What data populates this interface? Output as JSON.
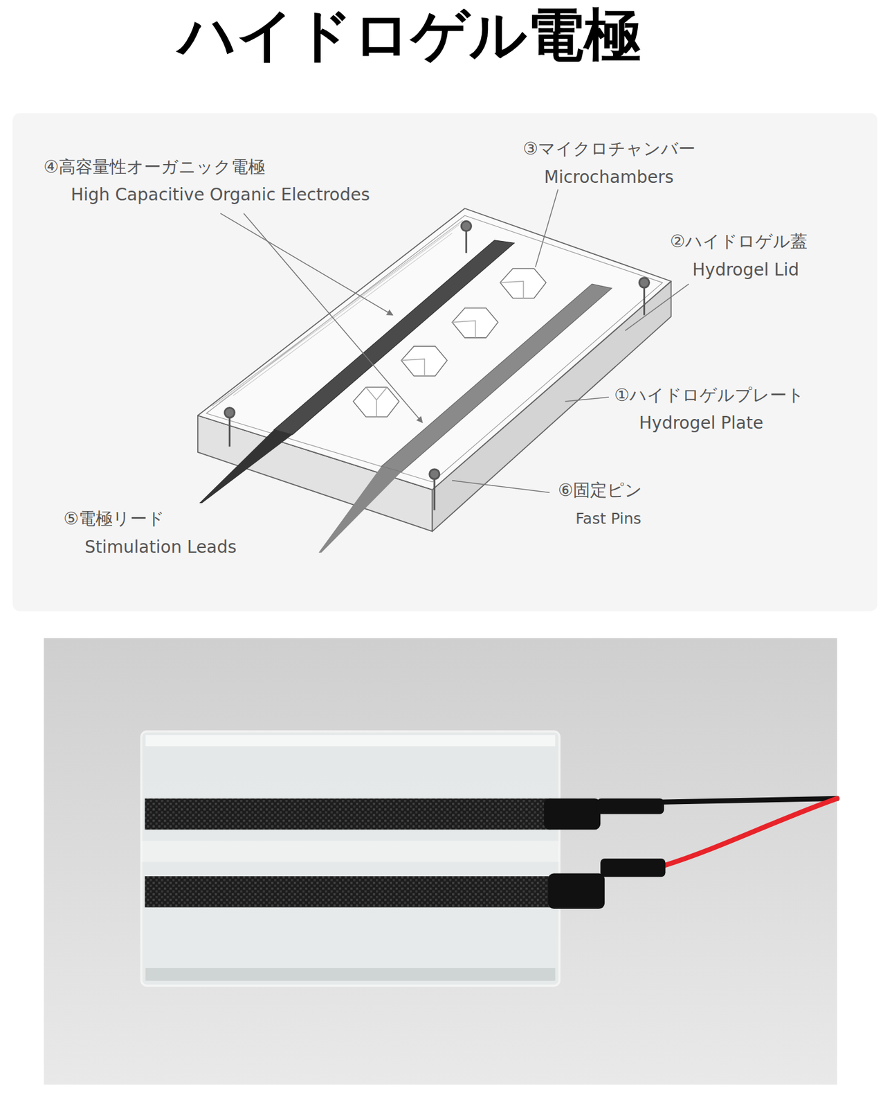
{
  "diagram": {
    "title": "ハイドロゲル電極",
    "labels": [
      "④高容量性オーガニック電極",
      "High Capacitive Organic Electrodes",
      "③マイクロチャンバー",
      "Microchambers",
      "②ハイドロゲル蓋",
      "Hydrogel Lid",
      "①ハイドロゲルプレート",
      "Hydrogel Plate",
      "⑤電極リード",
      "Stimulation Leads",
      "⑥固定ピン",
      "Fast Pins"
    ]
  }
}
